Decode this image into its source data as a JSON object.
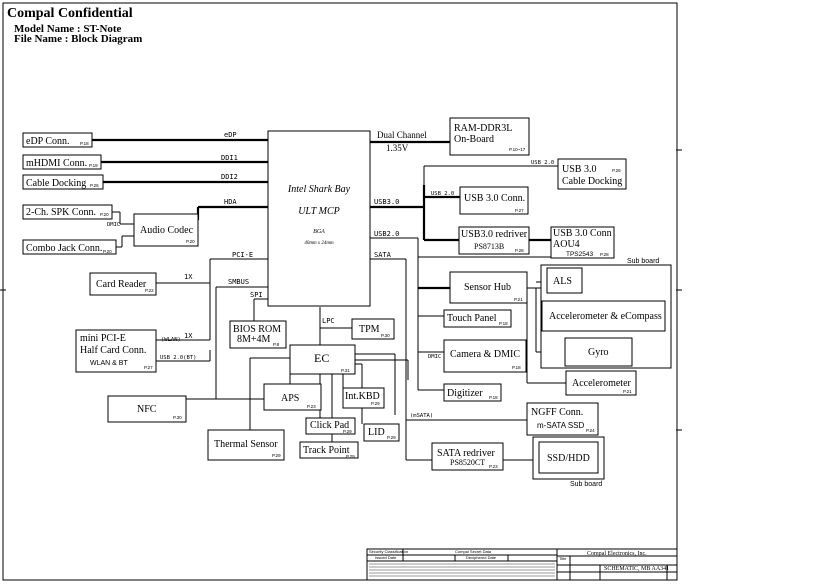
{
  "header": {
    "title": "Compal Confidential",
    "model_line": "Model Name :  ST-Note",
    "file_line": "File Name : Block Diagram"
  },
  "cpu": {
    "name": "Intel Shark Bay",
    "sub": "ULT MCP",
    "pkg": "BGA",
    "size": "40mm x 24mm"
  },
  "blocks": {
    "edp": {
      "label": "eDP Conn.",
      "page": "P.18"
    },
    "mhdmi": {
      "label": "mHDMI Conn.",
      "page": "P.19"
    },
    "cabledock_l": {
      "label": "Cable Docking",
      "page": "P.26"
    },
    "spk": {
      "label": "2-Ch. SPK Conn.",
      "page": "P.20"
    },
    "combojack": {
      "label": "Combo Jack Conn.",
      "page": "P.20"
    },
    "codec": {
      "label": "Audio Codec",
      "page": "P.20"
    },
    "cardreader": {
      "label": "Card Reader",
      "page": "P.22"
    },
    "minipcie": {
      "l1": "mini PCI-E",
      "l2": "Half Card Conn.",
      "l3": "WLAN & BT",
      "page": "P.27"
    },
    "nfc": {
      "label": "NFC",
      "page": "P.30"
    },
    "thermal": {
      "label": "Thermal Sensor",
      "page": "P.29"
    },
    "biosrom": {
      "l1": "BIOS ROM",
      "l2": "8M+4M",
      "page": "P.8"
    },
    "tpm": {
      "label": "TPM",
      "page": "P.30"
    },
    "ec": {
      "label": "EC",
      "page": "P.31"
    },
    "aps": {
      "label": "APS",
      "page": "P.23"
    },
    "intkbd": {
      "label": "Int.KBD",
      "page": "P.29"
    },
    "clickpad": {
      "label": "Click Pad",
      "page": "P.29"
    },
    "trackpoint": {
      "label": "Track Point",
      "page": "P.29"
    },
    "lid": {
      "label": "LID",
      "page": "P.29"
    },
    "ram": {
      "l1": "RAM-DDR3L",
      "l2": "On-Board",
      "page": "P.10~17"
    },
    "usb30_dock": {
      "l1": "USB 3.0",
      "l2": "Cable Docking",
      "page": "P.26"
    },
    "usb30_conn": {
      "label": "USB 3.0 Conn.",
      "page": "P.27"
    },
    "usb30_redriver": {
      "l1": "USB3.0 redriver",
      "l2": "PS8713B",
      "page": "P.28"
    },
    "usb30_aou": {
      "l1": "USB 3.0 Conn",
      "l2": "AOU4",
      "l3": "TPS2543",
      "page": "P.28"
    },
    "sensorhub": {
      "label": "Sensor Hub",
      "page": "P.21"
    },
    "touchpanel": {
      "label": "Touch Panel",
      "page": "P.18"
    },
    "camera": {
      "label": "Camera & DMIC",
      "page": "P.18"
    },
    "digitizer": {
      "label": "Digitizer",
      "page": "P.18"
    },
    "als": {
      "label": "ALS"
    },
    "accel_ecompass": {
      "label": "Accelerometer & eCompass"
    },
    "gyro": {
      "label": "Gyro"
    },
    "accel": {
      "label": "Accelerometer",
      "page": "P.21"
    },
    "ngff": {
      "l1": "NGFF Conn.",
      "l2": "m-SATA SSD",
      "page": "P.24"
    },
    "sata_redriver": {
      "l1": "SATA redriver",
      "l2": "PS8520CT",
      "page": "P.23"
    },
    "ssdhdd": {
      "label": "SSD/HDD"
    },
    "subboard1": {
      "label": "Sub board"
    },
    "subboard2": {
      "label": "Sub board"
    }
  },
  "buses": {
    "edp": "eDP",
    "ddi1": "DDI1",
    "ddi2": "DDI2",
    "hda": "HDA",
    "dmic": "DMIC",
    "pcie": "PCI-E",
    "x1a": "1X",
    "smbus": "SMBUS",
    "spi": "SPI",
    "x1b": "1X",
    "wlan": "(WLAN)",
    "usb20bt": "USB 2.0(BT)",
    "lpc": "LPC",
    "dualch": "Dual Channel",
    "v135": "1.35V",
    "usb30": "USB3.0",
    "usb20": "USB2.0",
    "sata": "SATA",
    "usb20a": "USB 2.0",
    "usb20b": "USB 2.0",
    "dmic2": "DMIC",
    "msata": "(mSATA)"
  },
  "title_block": {
    "security": "Security Classification",
    "secret": "Compal Secret Data",
    "issued": "Issued Date",
    "deciphered": "Deciphered Date",
    "company": "Compal Electronics, Inc.",
    "title_lbl": "Title",
    "schematic": "SCHEMATIC, MB AA341"
  }
}
